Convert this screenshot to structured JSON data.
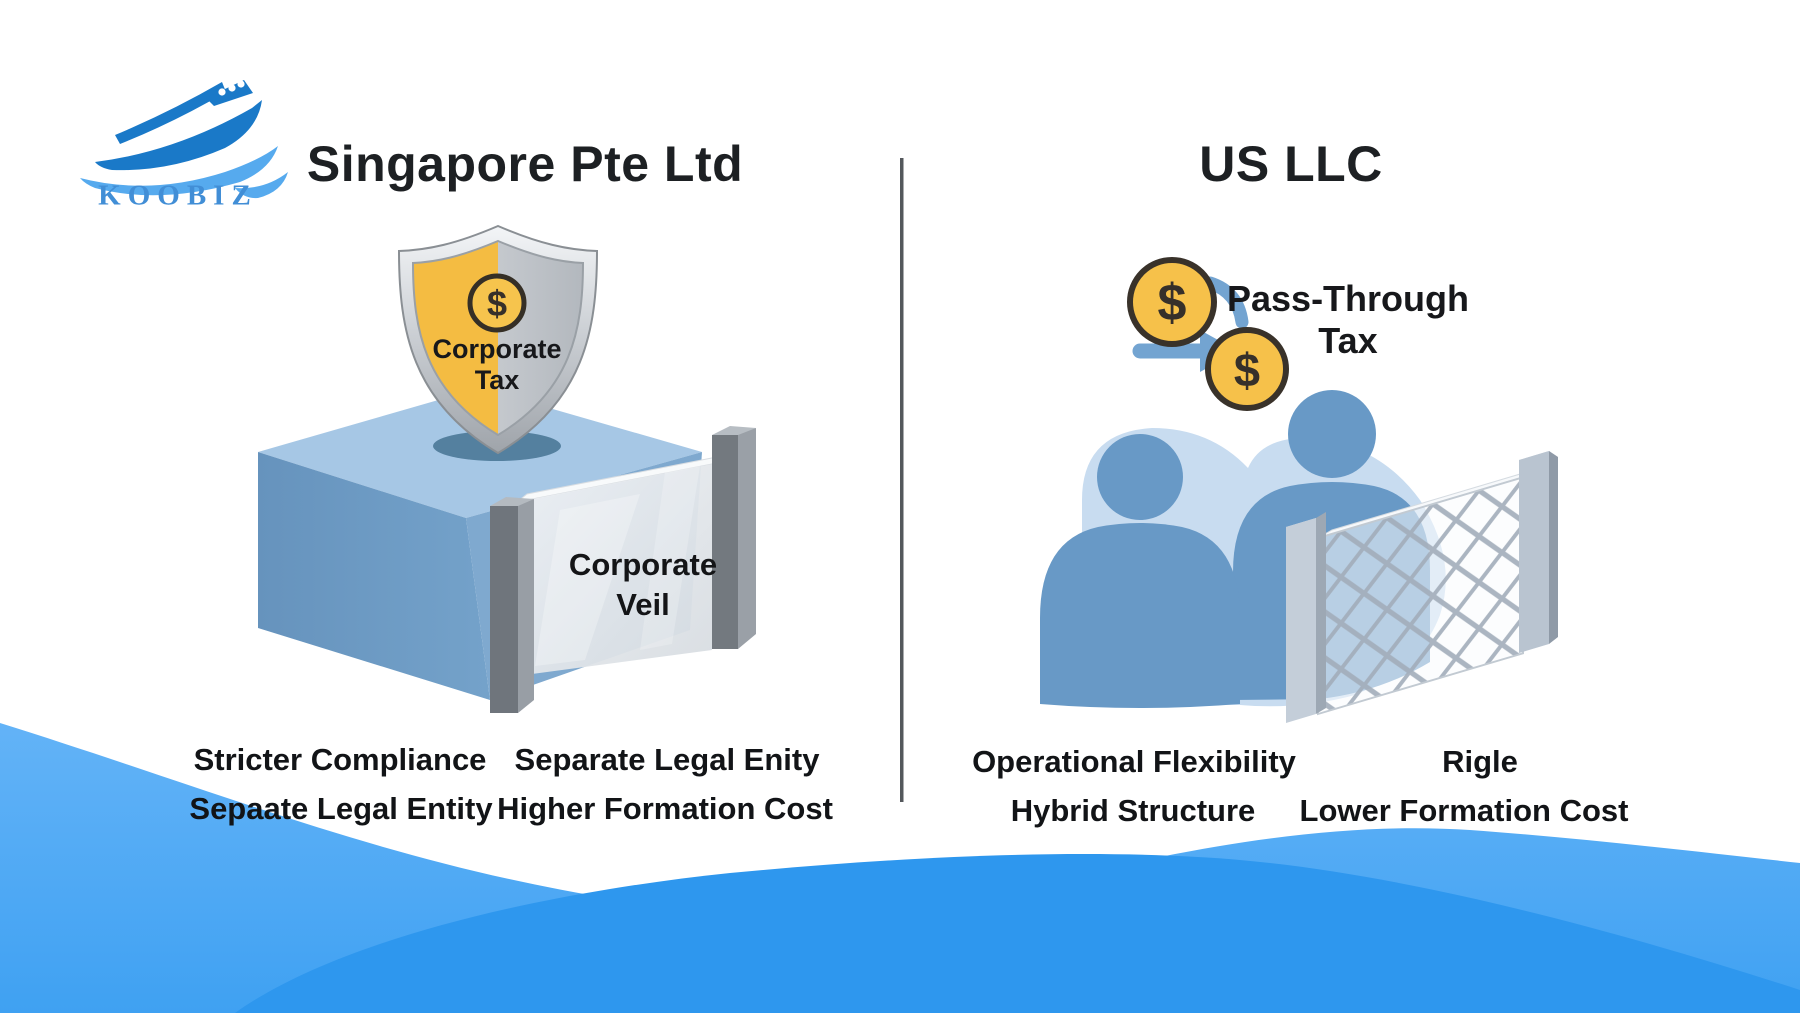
{
  "logo": {
    "brand": "KOOBIZ"
  },
  "divider": {
    "present": true
  },
  "left_panel": {
    "title": "Singapore Pte Ltd",
    "shield": {
      "dollar": "$",
      "label_line1": "Corporate",
      "label_line2": "Tax"
    },
    "veil": {
      "label_line1": "Corporate",
      "label_line2": "Veil"
    },
    "features": [
      "Stricter Compliance",
      "Separate Legal Enity",
      "Sepaate Legal Entity",
      "Higher Formation Cost"
    ]
  },
  "right_panel": {
    "title": "US LLC",
    "tax": {
      "coin1": "$",
      "coin2": "$",
      "label_line1": "Pass-Through",
      "label_line2": "Tax"
    },
    "features": [
      "Operational Flexibility",
      "Rigle",
      "Hybrid Structure",
      "Lower Formation Cost"
    ]
  },
  "colors": {
    "brand_blue": "#418ed6",
    "ship_blue": "#1a79c8",
    "ship_wave_blue": "#56aaee",
    "cube_top": "#a6c7e5",
    "cube_left": "#6d9cc5",
    "cube_right": "#7fa9cf",
    "shield_gold": "#f4bc42",
    "shield_silver": "#b9bdc3",
    "coin_gold": "#f6c14a",
    "coin_ring": "#39322a",
    "person_blue": "#6899c6",
    "person_halo_blue": "#c8dcf0",
    "arrow_blue": "#73a4d1",
    "post_gray": "#73797f",
    "fence_post_gray": "#c2ccd7",
    "mesh_line_gray": "#a2adba",
    "wave_light_blue": "#55abf4",
    "wave_dark_blue": "#2e97ee",
    "divider_gray": "#54585c",
    "text_dark": "#1d2023"
  }
}
